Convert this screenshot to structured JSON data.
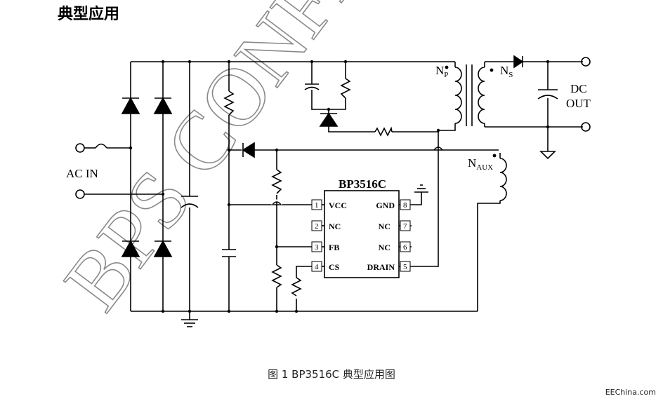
{
  "heading": "典型应用",
  "caption": "图 1 BP3516C 典型应用图",
  "credit": "EEChina.com",
  "watermark": "BPS CONFIDENTIAL",
  "labels": {
    "ac_in": "AC IN",
    "dc": "DC",
    "out": "OUT",
    "np": "N",
    "np_sub": "P",
    "ns": "N",
    "ns_sub": "S",
    "naux": "N",
    "naux_sub": "AUX"
  },
  "ic": {
    "name": "BP3516C",
    "left_pins": [
      {
        "num": "1",
        "name": "VCC"
      },
      {
        "num": "2",
        "name": "NC"
      },
      {
        "num": "3",
        "name": "FB"
      },
      {
        "num": "4",
        "name": "CS"
      }
    ],
    "right_pins": [
      {
        "num": "8",
        "name": "GND"
      },
      {
        "num": "7",
        "name": "NC"
      },
      {
        "num": "6",
        "name": "NC"
      },
      {
        "num": "5",
        "name": "DRAIN"
      }
    ]
  }
}
